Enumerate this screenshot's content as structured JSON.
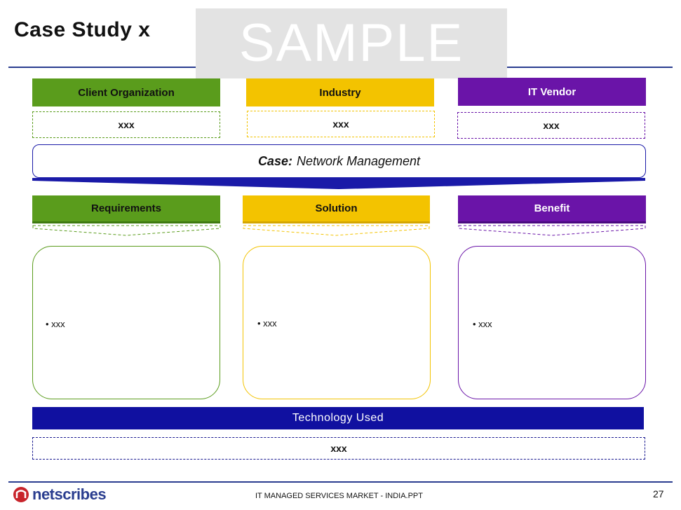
{
  "slide": {
    "title": "Case Study x",
    "watermark": "SAMPLE",
    "page_number": "27",
    "footer": "IT MANAGED SERVICES MARKET - INDIA.PPT",
    "logo_text": "netscribes"
  },
  "top_headers": [
    {
      "label": "Client Organization",
      "value": "xxx"
    },
    {
      "label": "Industry",
      "value": "xxx"
    },
    {
      "label": "IT Vendor",
      "value": "xxx"
    }
  ],
  "case": {
    "prefix": "Case:",
    "text": "Network Management"
  },
  "sections": [
    {
      "label": "Requirements",
      "bullet": "• xxx"
    },
    {
      "label": "Solution",
      "bullet": "• xxx"
    },
    {
      "label": "Benefit",
      "bullet": "• xxx"
    }
  ],
  "technology": {
    "label": "Technology Used",
    "value": "xxx"
  },
  "colors": {
    "green": "#5a9c1c",
    "yellow": "#f3c300",
    "purple": "#6a14a8",
    "navy": "#1010a0"
  }
}
